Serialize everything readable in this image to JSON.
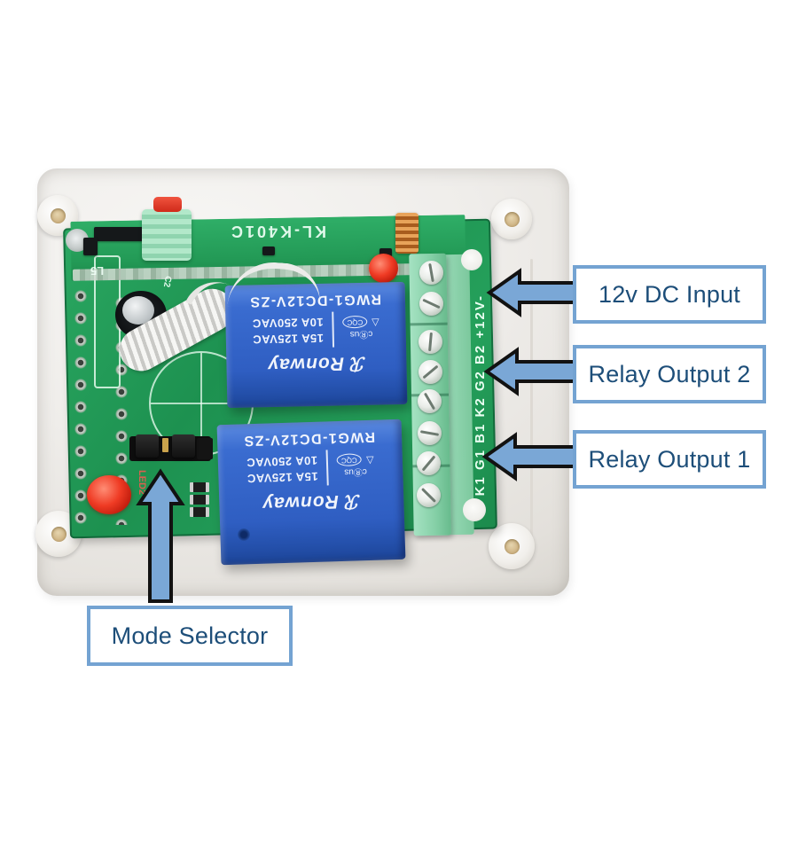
{
  "annotations": {
    "labels": [
      {
        "id": "dc-input",
        "text": "12v DC Input",
        "arrow": "left"
      },
      {
        "id": "relay-output-2",
        "text": "Relay Output 2",
        "arrow": "left"
      },
      {
        "id": "relay-output-1",
        "text": "Relay Output 1",
        "arrow": "left"
      },
      {
        "id": "mode-selector",
        "text": "Mode Selector",
        "arrow": "up"
      }
    ],
    "style": {
      "box_border_color": "#74a3d2",
      "label_text_color": "#1d4e79",
      "arrow_fill": "#7aa7d6",
      "arrow_outline": "#121212"
    }
  },
  "board": {
    "receiver_module_text": "KL-K401C",
    "silk": {
      "l5": "L5",
      "c2": "C2",
      "led2": "LED2",
      "terminal_pins": "K1 G1 B1 K2 G2 B2 +12V-"
    },
    "relay_print": {
      "model": "RWG1-DC12V-ZS",
      "rating_line1": "10A 250VAC",
      "rating_line2": "15A 125VAC",
      "brand": "ℛ Ronway",
      "cert_cqc": "CQC",
      "cert_triangle": "▽",
      "cert_ul": "cⓇus"
    },
    "colors": {
      "pcb_green": "#1f9e57",
      "relay_blue": "#2f63c8",
      "terminal_green": "#85d1aa",
      "enclosure_white": "#f2f0ed"
    }
  }
}
